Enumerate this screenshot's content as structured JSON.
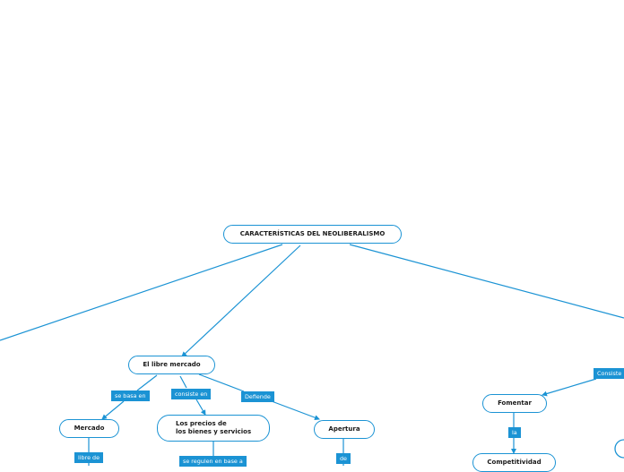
{
  "map": {
    "root": "CARACTERÍSTICAS DEL NEOLIBERALISMO",
    "libre": "El libre mercado",
    "mercado": "Mercado",
    "precios": "Los precios de\nlos bienes y servicios",
    "apertura": "Apertura",
    "fomentar": "Fomentar",
    "competitividad": "Competitividad"
  },
  "links": {
    "se_basa_en": "se basa en",
    "consiste_en": "consiste en",
    "defiende": "Defiende",
    "libre_de": "libre de",
    "se_regulan": "se regulen en base a",
    "de": "de",
    "la": "la",
    "consiste": "Consiste"
  },
  "colors": {
    "accent": "#1b93d4",
    "text": "#1a1a1a"
  }
}
